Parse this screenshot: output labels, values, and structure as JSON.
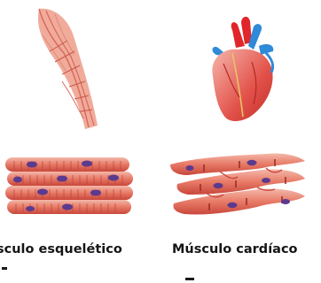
{
  "labels": {
    "skeletal": "sculo esquelético",
    "cardiac": "Músculo cardíaco"
  },
  "colors": {
    "muscle_light": "#f2b0a2",
    "muscle_mid": "#e4705e",
    "muscle_dark": "#c8483e",
    "nucleus": "#5b3a8e",
    "heart_red": "#d8322c",
    "heart_pink": "#f2a49a",
    "vessel_blue": "#2f8ad8",
    "vessel_red": "#e0262a",
    "text": "#151515"
  },
  "icons": [
    "skeletal-muscle-bundle",
    "heart-organ",
    "skeletal-muscle-fibers",
    "cardiac-muscle-fibers"
  ]
}
